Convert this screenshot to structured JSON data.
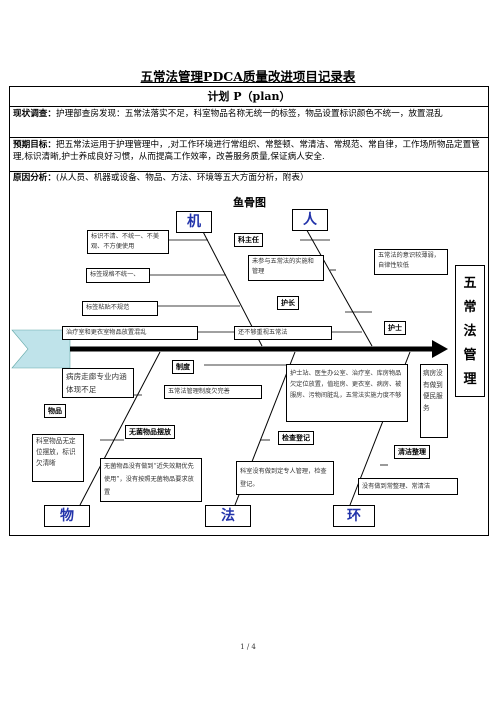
{
  "document": {
    "title": "五常法管理PDCA质量改进项目记录表",
    "plan_header": "计划 P（plan）",
    "status_label": "现状调查：",
    "status_text": "护理部查房发现：五常法落实不足，科室物品名称无统一的标签，物品设置标识颜色不统一，放置混乱",
    "goal_label": "预期目标：",
    "goal_text": "把五常法运用于护理管理中，,对工作环境进行常组织、常整顿、常清洁、常规范、常自律，工作场所物品定置管理,标识清晰,护士养成良好习惯，从而提高工作效率，改善服务质量,保证病人安全.",
    "cause_label": "原因分析：",
    "cause_text": "(从人员、机器或设备、物品、方法、环境等五大方面分析，附表）",
    "footer": "1 / 4"
  },
  "fishbone": {
    "title": "鱼骨图",
    "categories": {
      "machine": "机",
      "person": "人",
      "material": "物",
      "method": "法",
      "environment": "环"
    },
    "head_text": [
      "五",
      "常",
      "法",
      "管",
      "理"
    ],
    "tags": {
      "head_nurse": "科主任",
      "charge_nurse": "护长",
      "nurse": "护士",
      "system": "制度",
      "items": "物品",
      "sterile": "无菌物品摆放",
      "registration": "检查登记",
      "cleaning": "清洁整理"
    },
    "boxes": {
      "m1": "标识不清、不统一、不美观、不方便使用",
      "m2": "标签规格不统一、",
      "m3": "标签粘贴不规范",
      "m4": "治疗室和更衣室物品放置混乱",
      "p1": "未参与五常法的实施和管理",
      "p2": "五常法的意识较薄弱，自律性较低",
      "p3": "还不够重视五常法",
      "e1": "护士站、医生办公室、治疗室、库房物品欠定位放置，值班房、更衣室、病房、被服房、污物间脏乱，五常法实施力度不够",
      "e2": "病房没有做到便民服务",
      "w1": "病房走廊专业内涵体现不足",
      "s1": "五常法管理制度欠完善",
      "i1": "科室物品无定位摆放，标识欠清晰",
      "st1": "无菌物品没有做到“近失效期优先使用”，没有按照无菌物品要求放置",
      "r1": "科室没有做到定专人管理，检查登记。",
      "c1": "没有做到常整理、常清洁"
    }
  }
}
